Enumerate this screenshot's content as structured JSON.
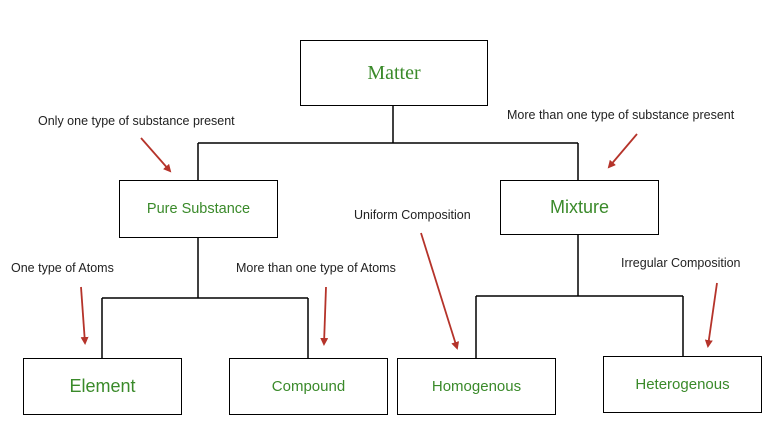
{
  "nodes": {
    "matter": "Matter",
    "pure_substance": "Pure Substance",
    "mixture": "Mixture",
    "element": "Element",
    "compound": "Compound",
    "homogenous": "Homogenous",
    "heterogenous": "Heterogenous"
  },
  "annotations": {
    "pure_substance": "Only one type of substance present",
    "mixture": "More than one type of substance present",
    "element": "One type of Atoms",
    "compound": "More than one type of Atoms",
    "homogenous": "Uniform Composition",
    "heterogenous": "Irregular Composition"
  },
  "colors": {
    "node_text": "#3a8a2a",
    "arrow": "#b5332a",
    "line": "#000000"
  }
}
